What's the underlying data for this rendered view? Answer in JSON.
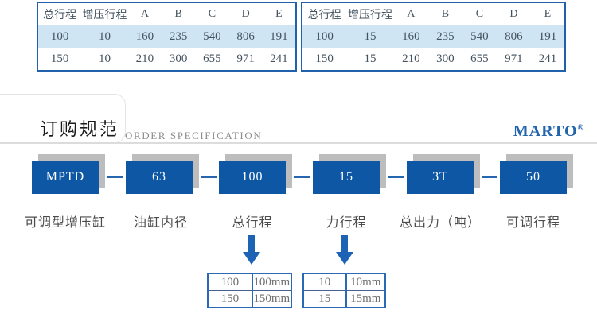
{
  "colors": {
    "accent_blue": "#0d57a4",
    "table_border_blue": "#2161ac",
    "row_highlight_blue": "#cfe5f3",
    "shadow_gray": "#bdbdbd",
    "brand_blue": "#2264ae",
    "arrow_blue": "#1d63b5"
  },
  "spec_tables": {
    "headers": [
      "总行程",
      "增压行程",
      "A",
      "B",
      "C",
      "D",
      "E"
    ],
    "left": {
      "rows": [
        [
          "100",
          "10",
          "160",
          "235",
          "540",
          "806",
          "191"
        ],
        [
          "150",
          "10",
          "210",
          "300",
          "655",
          "971",
          "241"
        ]
      ]
    },
    "right": {
      "rows": [
        [
          "100",
          "15",
          "160",
          "235",
          "540",
          "806",
          "191"
        ],
        [
          "150",
          "15",
          "210",
          "300",
          "655",
          "971",
          "241"
        ]
      ]
    }
  },
  "section": {
    "title_zh": "订购规范",
    "title_en": "ORDER SPECIFICATION",
    "brand": "MARTO",
    "brand_mark": "®"
  },
  "order_code": {
    "segments": [
      {
        "code": "MPTD",
        "label": "可调型增压缸"
      },
      {
        "code": "63",
        "label": "油缸内径"
      },
      {
        "code": "100",
        "label": "总行程"
      },
      {
        "code": "15",
        "label": "力行程"
      },
      {
        "code": "3T",
        "label": "总出力（吨）"
      },
      {
        "code": "50",
        "label": "可调行程"
      }
    ]
  },
  "icons": {
    "down_arrow": "▼"
  },
  "option_tables": {
    "total_stroke": {
      "rows": [
        [
          "100",
          "100mm"
        ],
        [
          "150",
          "150mm"
        ]
      ]
    },
    "force_stroke": {
      "rows": [
        [
          "10",
          "10mm"
        ],
        [
          "15",
          "15mm"
        ]
      ]
    }
  }
}
